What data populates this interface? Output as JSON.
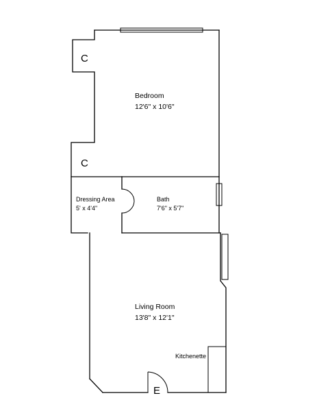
{
  "rooms": {
    "bedroom": {
      "name": "Bedroom",
      "size": "12'6\" x 10'6\""
    },
    "dressing": {
      "name": "Dressing Area",
      "size": "5' x 4'4\""
    },
    "bath": {
      "name": "Bath",
      "size": "7'6\" x 5'7\""
    },
    "living": {
      "name": "Living Room",
      "size": "13'8\" x 12'1\""
    },
    "kitchenette": {
      "name": "Kitchenette"
    }
  },
  "closets": {
    "upper": "C",
    "lower": "C"
  },
  "entry": {
    "label": "E"
  }
}
